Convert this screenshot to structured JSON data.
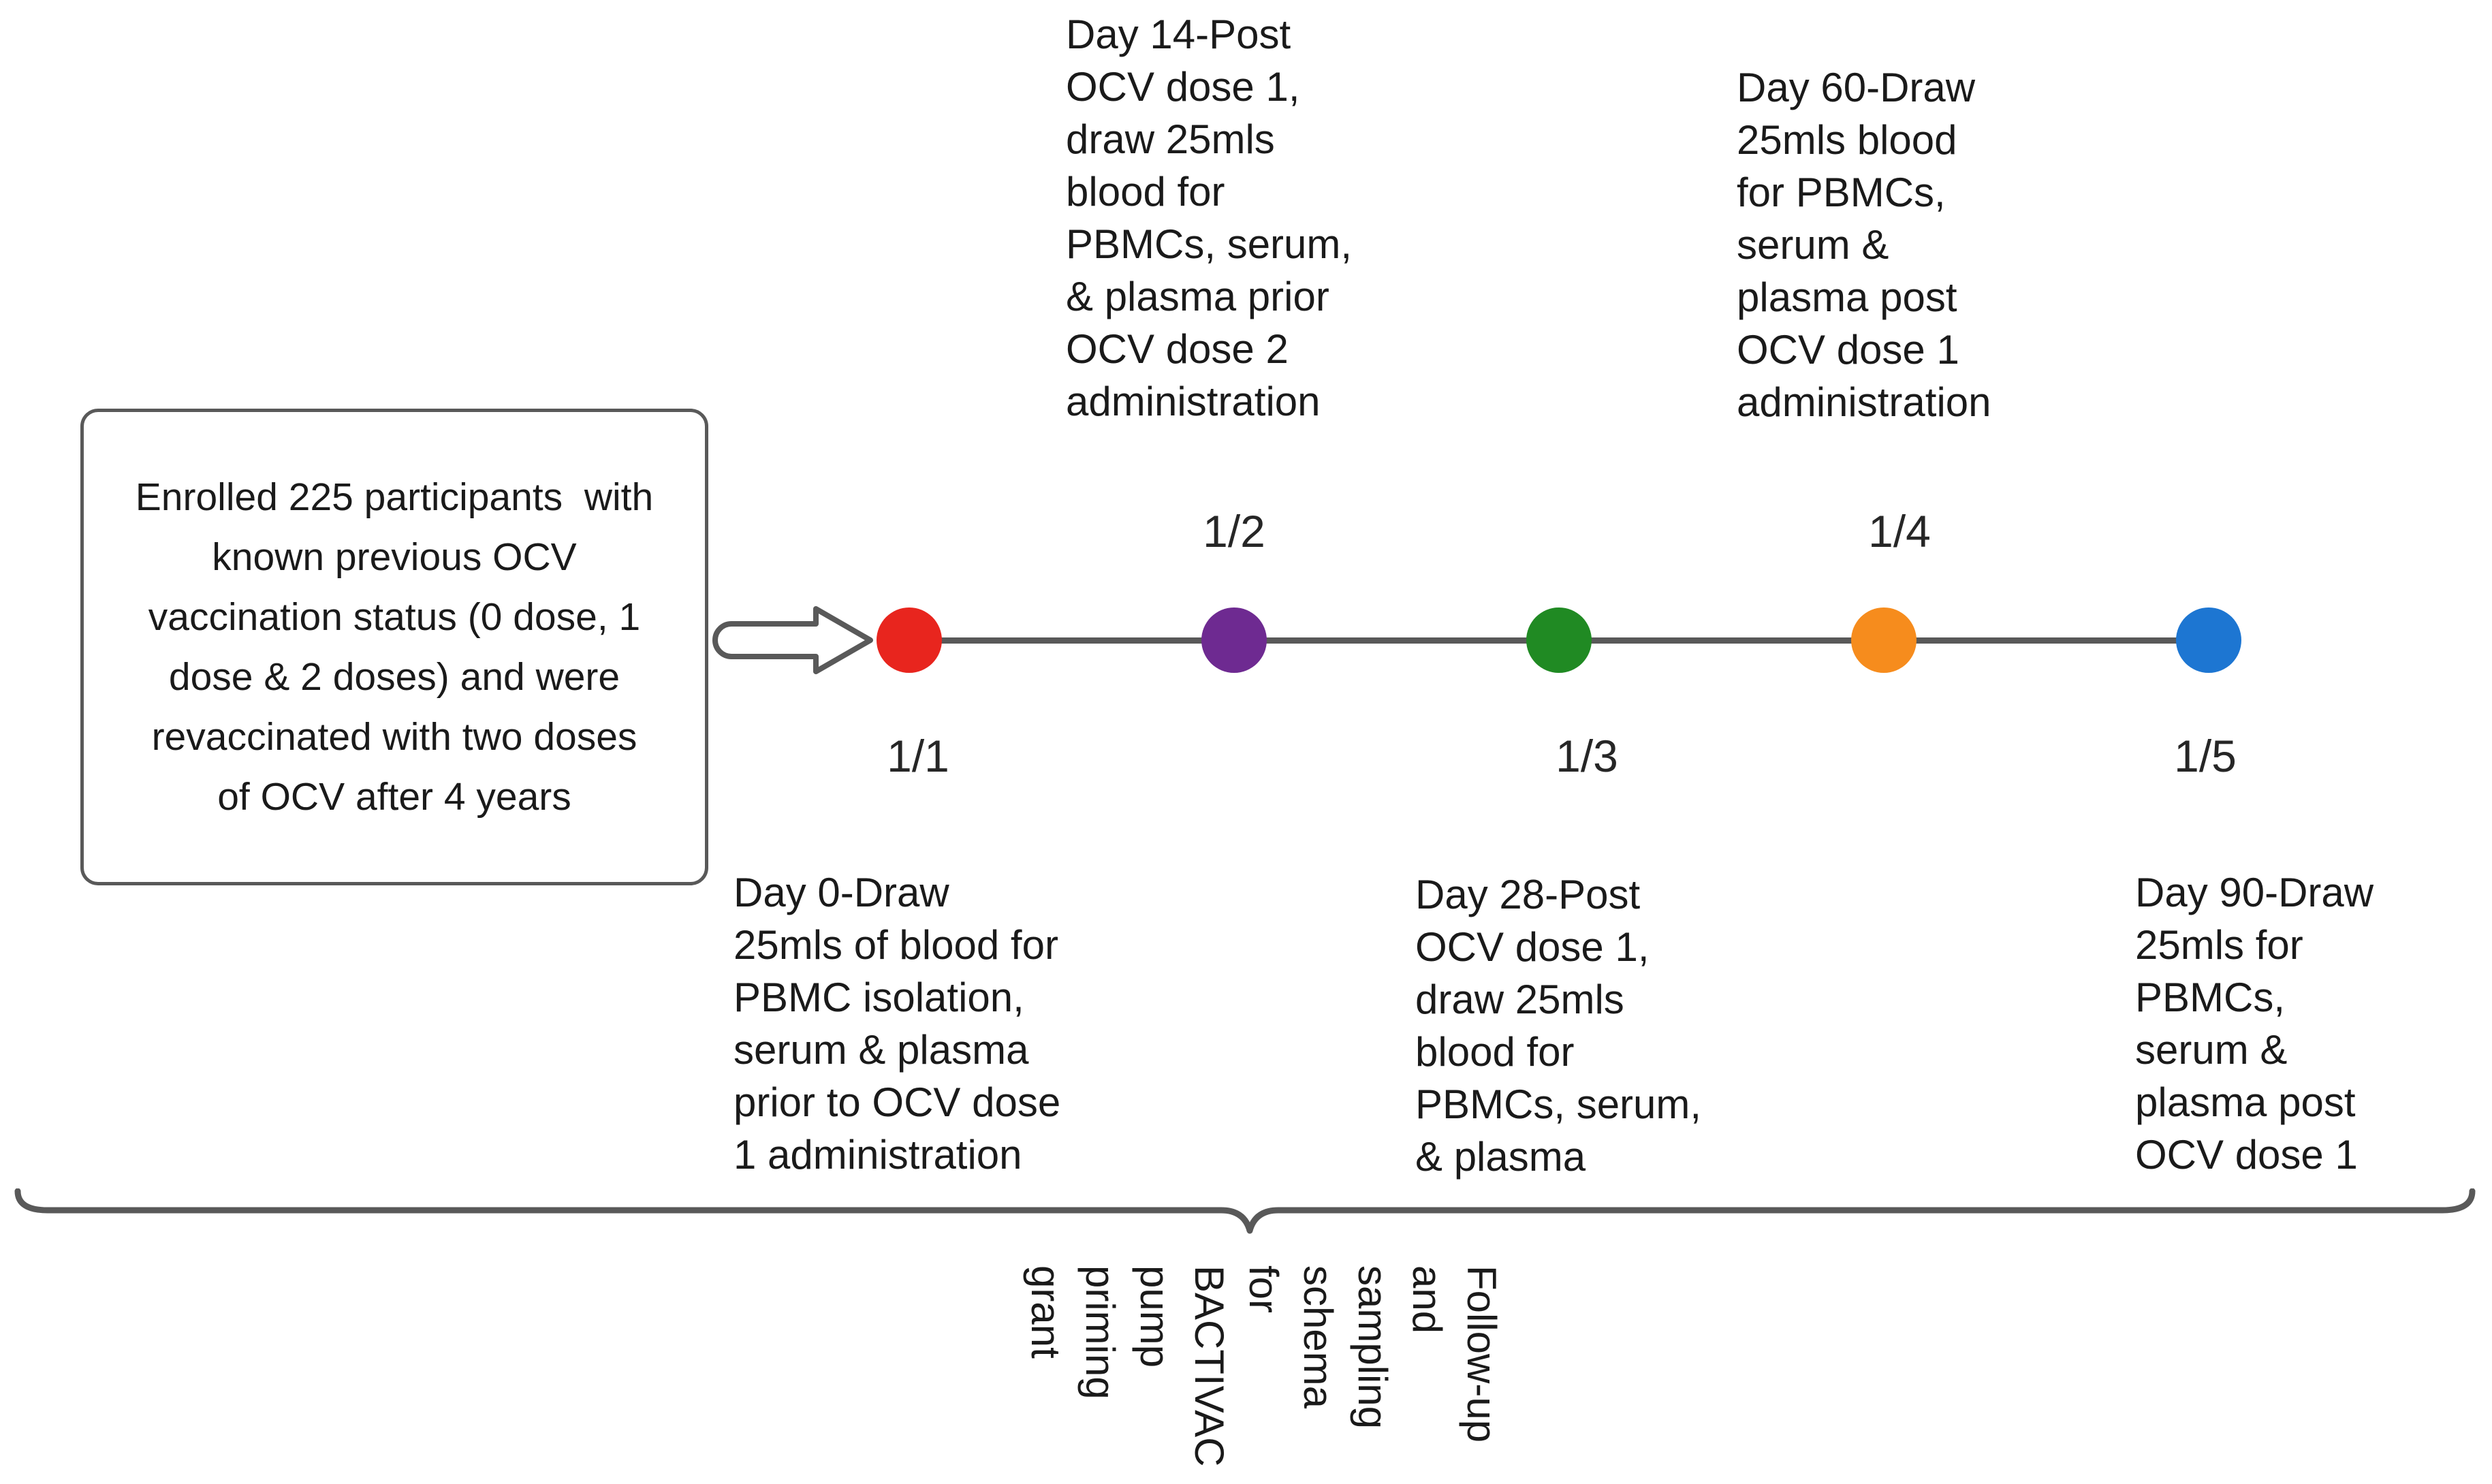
{
  "enrollment_box": {
    "text": "Enrolled 225 participants  with\nknown previous OCV\nvaccination status (0 dose, 1\ndose & 2 doses) and were\nrevaccinated with two doses\nof OCV after 4 years"
  },
  "colors": {
    "stroke_gray": "#595959",
    "text": "#1a1a1a"
  },
  "timeline": {
    "points": [
      {
        "id": "1/1",
        "color": "#e8251e",
        "label_position": "below",
        "annotation": "Day 0-Draw\n25mls of blood for\nPBMC isolation,\nserum & plasma\nprior to OCV dose\n1 administration"
      },
      {
        "id": "1/2",
        "color": "#6e2a91",
        "label_position": "above",
        "annotation": "Day 14-Post\nOCV dose 1,\ndraw 25mls\nblood for\nPBMCs, serum,\n& plasma prior\nOCV dose 2\nadministration"
      },
      {
        "id": "1/3",
        "color": "#208a23",
        "label_position": "below",
        "annotation": "Day 28-Post\nOCV dose 1,\ndraw 25mls\nblood for\nPBMCs, serum,\n& plasma"
      },
      {
        "id": "1/4",
        "color": "#f68c1d",
        "label_position": "above",
        "annotation": "Day 60-Draw\n25mls blood\nfor PBMCs,\nserum &\nplasma post\nOCV dose 1\nadministration"
      },
      {
        "id": "1/5",
        "color": "#1d76d2",
        "label_position": "below",
        "annotation": "Day 90-Draw\n25mls for\nPBMCs,\nserum &\nplasma post\nOCV dose 1"
      }
    ]
  },
  "brace_caption": "Follow-up\nand\nsampling\nschema\nfor\nBACTIVAC\npump\npriming\ngrant"
}
